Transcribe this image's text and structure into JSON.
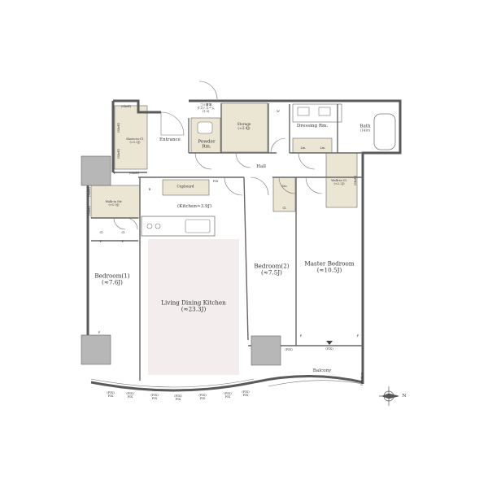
{
  "rooms": {
    "ldk": "Living Dining Kitchen",
    "ldk_size": "(≈23.3J)",
    "kitchen": "(Kitchen≈3.9J)",
    "bedroom1": "Bedroom(1)",
    "bedroom1_size": "(≈7.6J)",
    "bedroom2": "Bedroom(2)",
    "bedroom2_size": "(≈7.5J)",
    "master": "Master Bedroom",
    "master_size": "(≈10.5J)",
    "entrance": "Entrance",
    "hall": "Hall",
    "powder_line1": "Powder",
    "powder_line2": "Rm.",
    "storage": "Storage",
    "storage_size": "(≈2.4J)",
    "dressing": "Dressing Rm.",
    "bath_line1": "Bath",
    "bath_line2": "(1418)",
    "balcony": "Balcony",
    "cupboard": "Cupboard",
    "shoes_cl": "Shoes-in-Cl.",
    "shoes_cl_size": "(≈1.0J)",
    "walkin_small": "Walk-in Str.",
    "walkin_small_size": "(≈1.9J)",
    "walkin_cl": "Walk-in Cl.",
    "walkin_cl_size": "(≈2.2J)",
    "cl_a": "Cl.",
    "cl_b": "Cl.",
    "cl_bed2": "Cl.",
    "sto": "Sto.",
    "lin1": "Lin.",
    "lin2": "Lin.",
    "partition": "Partition",
    "trash_room": "ゴミ置場",
    "trash_sub": "ダストルーム",
    "trash_size": "(1.0)"
  },
  "marks": {
    "shelf": "(Shelf)",
    "fix": "FIX",
    "fix_paren": "(FIX)",
    "p": "P",
    "r": "R",
    "w": "W",
    "compass": "N",
    "win_fix_fix": "(FIX)",
    "win_fix": "FIX"
  },
  "colors": {
    "wall": "#5a5a5a",
    "wall_fill": "#9a9a9a",
    "beige": "#ebe5d4",
    "ldk_floor": "#f3eded",
    "pillar": "#b7b7b7",
    "line": "#555555"
  }
}
